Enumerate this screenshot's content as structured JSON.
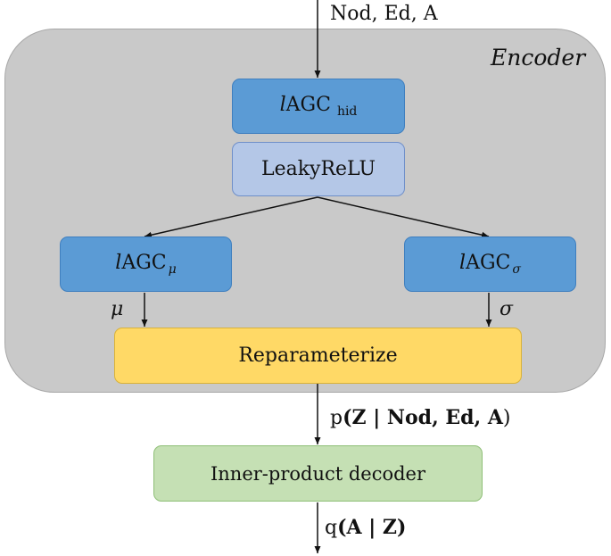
{
  "input_label": "Nod, Ed, A",
  "encoder": {
    "title": "Encoder",
    "layers": {
      "lagc_hid": {
        "prefix": "l",
        "name": "AGC",
        "subscript": "hid"
      },
      "activation": "LeakyReLU",
      "lagc_mu": {
        "prefix": "l",
        "name": "AGC",
        "subscript": "μ"
      },
      "lagc_sigma": {
        "prefix": "l",
        "name": "AGC",
        "subscript": "σ"
      }
    },
    "mu_label": "μ",
    "sigma_label": "σ",
    "reparameterize": "Reparameterize"
  },
  "posterior": {
    "prefix": "p",
    "open": "(",
    "expr": "Z | Nod, Ed, A",
    "close": ")"
  },
  "decoder": {
    "label": "Inner-product decoder"
  },
  "output": {
    "prefix": "q",
    "open": "(",
    "expr": "A | Z",
    "close": ")"
  },
  "colors": {
    "encoder_bg": "#c9c9c9",
    "layer_blue": "#5b9bd5",
    "activation_light_blue": "#b4c7e7",
    "reparam_yellow": "#ffd966",
    "decoder_green": "#c5e0b4"
  }
}
